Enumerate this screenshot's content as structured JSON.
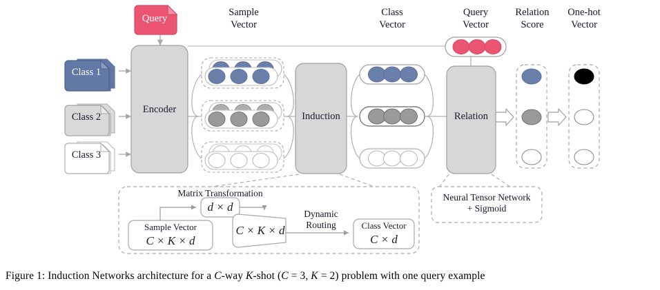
{
  "figure": {
    "caption_prefix": "Figure 1: Induction Networks architecture for a ",
    "caption_c": "C",
    "caption_mid1": "-way ",
    "caption_k": "K",
    "caption_mid2": "-shot (",
    "caption_c2": "C",
    "caption_eq1": " = 3, ",
    "caption_k2": "K",
    "caption_eq2": " = 2) problem with one query example",
    "caption_full": "Figure 1: Induction Networks architecture for a C-way K-shot (C = 3, K = 2) problem with one query example"
  },
  "column_labels": {
    "sample_vector": "Sample\nVector",
    "sample_vector_l1": "Sample",
    "sample_vector_l2": "Vector",
    "class_vector_l1": "Class",
    "class_vector_l2": "Vector",
    "query_vector_l1": "Query",
    "query_vector_l2": "Vector",
    "relation_score_l1": "Relation",
    "relation_score_l2": "Score",
    "onehot_l1": "One-hot",
    "onehot_l2": "Vector"
  },
  "inputs": {
    "query_label": "Query",
    "classes": [
      {
        "label": "Class 1",
        "fill": "#6279a8",
        "text": "#ffffff"
      },
      {
        "label": "Class 2",
        "fill": "#d9d9d9",
        "text": "#14142b"
      },
      {
        "label": "Class 3",
        "fill": "#ffffff",
        "text": "#14142b"
      }
    ]
  },
  "modules": {
    "encoder": "Encoder",
    "induction": "Induction",
    "relation": "Relation"
  },
  "detail_boxes": {
    "induction_detail": {
      "matrix_transformation": "Matrix Transformation",
      "dd": "d × d",
      "sample_vector_title": "Sample Vector",
      "sample_vector_dims": "C × K × d",
      "ckd": "C × K × d",
      "dynamic_routing_l1": "Dynamic",
      "dynamic_routing_l2": "Routing",
      "class_vector_title": "Class Vector",
      "class_vector_dims": "C × d"
    },
    "relation_detail": {
      "line1": "Neural Tensor Network",
      "line2": "+ Sigmoid"
    }
  },
  "vectors": {
    "sample_rows": [
      {
        "name": "class-1-sample-vector",
        "fill": "#6b7fab",
        "stroke": "#5b6e99",
        "count": 3,
        "shots": 2
      },
      {
        "name": "class-2-sample-vector",
        "fill": "#9a9a9a",
        "stroke": "#6f6f6f",
        "count": 3,
        "shots": 2
      },
      {
        "name": "class-3-sample-vector",
        "fill": "#ffffff",
        "stroke": "#b4b4b4",
        "count": 3,
        "shots": 2
      }
    ],
    "class_rows": [
      {
        "name": "class-1-class-vector",
        "fill": "#6b7fab",
        "stroke": "#5b6e99",
        "count": 3
      },
      {
        "name": "class-2-class-vector",
        "fill": "#9a9a9a",
        "stroke": "#6f6f6f",
        "count": 3
      },
      {
        "name": "class-3-class-vector",
        "fill": "#ffffff",
        "stroke": "#b4b4b4",
        "count": 3
      }
    ],
    "query_vector": {
      "fill": "#ec5572",
      "stroke": "#d94a66",
      "count": 3
    },
    "relation_score": [
      {
        "fill": "#6b7fab",
        "stroke": "#5b6e99"
      },
      {
        "fill": "#9a9a9a",
        "stroke": "#6f6f6f"
      },
      {
        "fill": "#ffffff",
        "stroke": "#8e8e8e"
      }
    ],
    "onehot_vector": [
      {
        "fill": "#000000",
        "stroke": "#000000"
      },
      {
        "fill": "#ffffff",
        "stroke": "#8e8e8e"
      },
      {
        "fill": "#ffffff",
        "stroke": "#8e8e8e"
      }
    ]
  },
  "colors": {
    "pink": "#ec5572",
    "blue": "#6279a8",
    "grey_fill": "#d9d9d9",
    "module_fill": "#d7d7d7",
    "module_stroke": "#9f9f9f",
    "line": "#a6a6a6",
    "dashed": "#a0a0a0",
    "black": "#000000"
  }
}
